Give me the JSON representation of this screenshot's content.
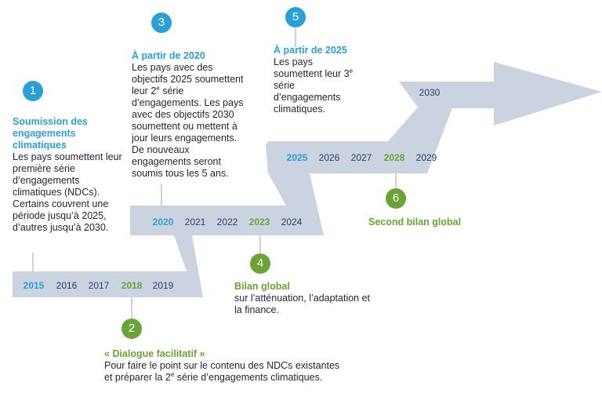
{
  "colors": {
    "band": "#ccd3e0",
    "blue": "#2a9fd8",
    "green": "#6aa336",
    "year": "#2a3e6c",
    "connector": "#b9c1d1"
  },
  "years": [
    {
      "label": "2015",
      "style": "blue"
    },
    {
      "label": "2016",
      "style": "normal"
    },
    {
      "label": "2017",
      "style": "normal"
    },
    {
      "label": "2018",
      "style": "green"
    },
    {
      "label": "2019",
      "style": "normal"
    },
    {
      "label": "2020",
      "style": "blue"
    },
    {
      "label": "2021",
      "style": "normal"
    },
    {
      "label": "2022",
      "style": "normal"
    },
    {
      "label": "2023",
      "style": "green"
    },
    {
      "label": "2024",
      "style": "normal"
    },
    {
      "label": "2025",
      "style": "blue"
    },
    {
      "label": "2026",
      "style": "normal"
    },
    {
      "label": "2027",
      "style": "normal"
    },
    {
      "label": "2028",
      "style": "green"
    },
    {
      "label": "2029",
      "style": "normal"
    },
    {
      "label": "2030",
      "style": "normal"
    }
  ],
  "events": [
    {
      "number": "1",
      "color": "blue",
      "title": "Soumission des engagements climatiques",
      "text": "Les pays soumettent leur première série d’engagements climatiques (NDCs). Certains couvrent une période jusqu’à 2025, d’autres jusqu’à 2030."
    },
    {
      "number": "2",
      "color": "green",
      "title": "« Dialogue facilitatif »",
      "text_before": "Pour faire le point sur le contenu des NDCs existantes et préparer la 2",
      "sup": "e",
      "text_after": " série d’engagements climatiques."
    },
    {
      "number": "3",
      "color": "blue",
      "title": "À partir de 2020",
      "text_before": "Les pays avec des objectifs 2025 soumettent leur 2",
      "sup": "e",
      "text_after": " série d’engagements. Les pays avec des objectifs 2030 soumettent ou mettent à jour leurs engagements. De nouveaux engagements seront soumis tous les 5 ans."
    },
    {
      "number": "4",
      "color": "green",
      "title": "Bilan global",
      "text": "sur l’atténuation, l’adaptation et la finance."
    },
    {
      "number": "5",
      "color": "blue",
      "title": "À partir de 2025",
      "text_before": "Les pays soumettent leur 3",
      "sup": "e",
      "text_after": " série d’engagements climatiques."
    },
    {
      "number": "6",
      "color": "green",
      "title": "Second bilan global",
      "text": ""
    }
  ]
}
